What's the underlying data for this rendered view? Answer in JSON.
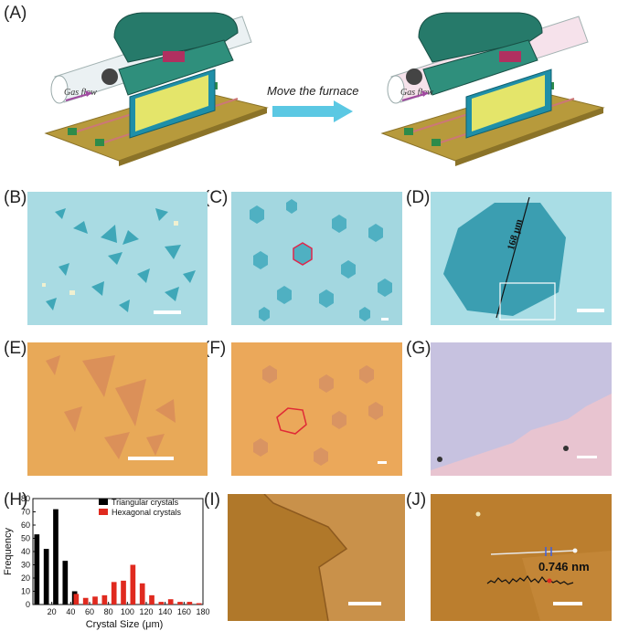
{
  "figure": {
    "panel_labels": [
      "(A)",
      "(B)",
      "(C)",
      "(D)",
      "(E)",
      "(F)",
      "(G)",
      "(H)",
      "(I)",
      "(J)"
    ],
    "arrow_text": "Move the furnace",
    "gas_flow_label": "Gas flow",
    "d_measure": "168 μm",
    "j_height": "0.746 nm"
  },
  "chart_data": {
    "type": "bar",
    "xlabel": "Crystal Size (μm)",
    "ylabel": "Frequency",
    "xlim": [
      0,
      180
    ],
    "ylim": [
      0,
      80
    ],
    "xticks": [
      20,
      40,
      60,
      80,
      100,
      120,
      140,
      160,
      180
    ],
    "yticks": [
      0,
      10,
      20,
      30,
      40,
      50,
      60,
      70,
      80
    ],
    "legend_position": "top-right",
    "series": [
      {
        "name": "Triangular crystals",
        "color": "#000000",
        "x": [
          5,
          15,
          25,
          35,
          45
        ],
        "values": [
          53,
          42,
          72,
          33,
          10
        ]
      },
      {
        "name": "Hexagonal crystals",
        "color": "#e02a1f",
        "x": [
          45,
          55,
          65,
          75,
          85,
          95,
          105,
          115,
          125,
          135,
          145,
          155,
          165,
          175
        ],
        "values": [
          8,
          5,
          6,
          7,
          17,
          18,
          30,
          16,
          7,
          2,
          4,
          2,
          2,
          1
        ]
      }
    ]
  }
}
